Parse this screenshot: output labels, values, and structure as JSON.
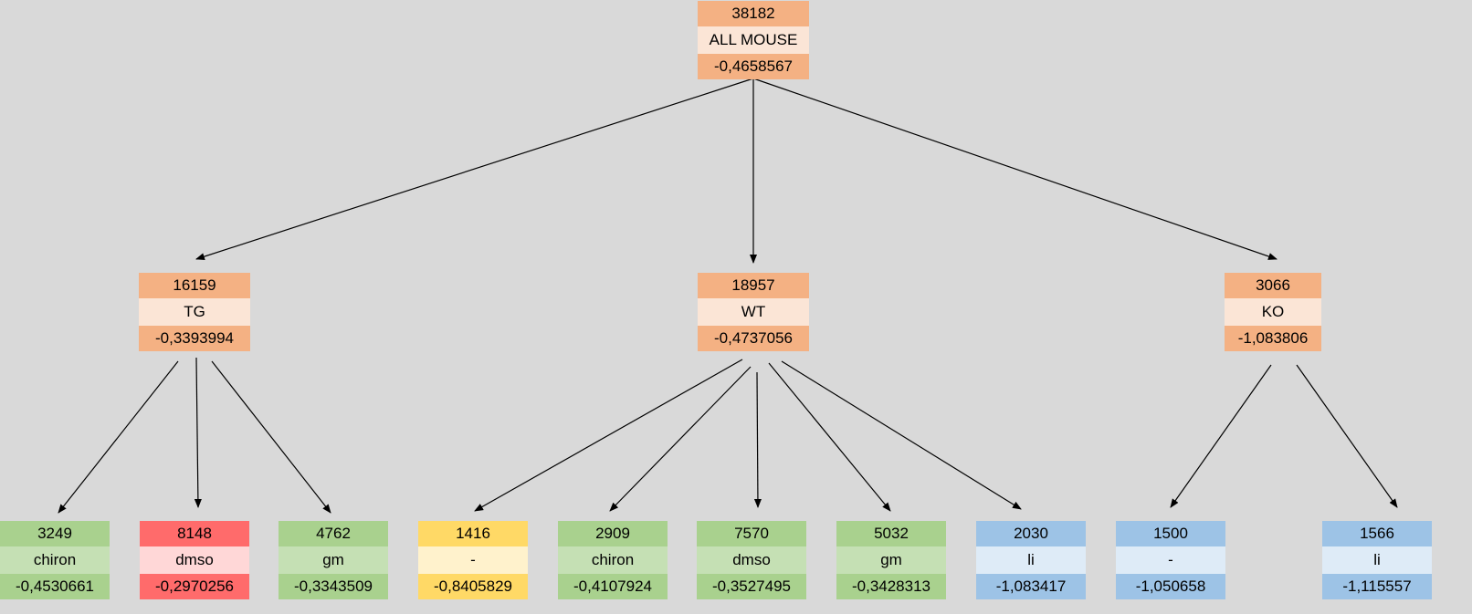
{
  "palette": {
    "orange": {
      "dark": "#f4b183",
      "light": "#fbe5d6"
    },
    "green": {
      "dark": "#a9d18e",
      "light": "#c5e0b4"
    },
    "red": {
      "dark": "#ff6b6b",
      "light": "#ffd7d7"
    },
    "yellow": {
      "dark": "#ffd966",
      "light": "#fff2cc"
    },
    "blue": {
      "dark": "#9dc3e6",
      "light": "#deebf7"
    }
  },
  "nodes": {
    "root": {
      "count": "38182",
      "label": "ALL MOUSE",
      "value": "-0,4658567",
      "color": "orange"
    },
    "tg": {
      "count": "16159",
      "label": "TG",
      "value": "-0,3393994",
      "color": "orange"
    },
    "wt": {
      "count": "18957",
      "label": "WT",
      "value": "-0,4737056",
      "color": "orange"
    },
    "ko": {
      "count": "3066",
      "label": "KO",
      "value": "-1,083806",
      "color": "orange"
    },
    "tg_chiron": {
      "count": "3249",
      "label": "chiron",
      "value": "-0,4530661",
      "color": "green"
    },
    "tg_dmso": {
      "count": "8148",
      "label": "dmso",
      "value": "-0,2970256",
      "color": "red"
    },
    "tg_gm": {
      "count": "4762",
      "label": "gm",
      "value": "-0,3343509",
      "color": "green"
    },
    "wt_dash": {
      "count": "1416",
      "label": "-",
      "value": "-0,8405829",
      "color": "yellow"
    },
    "wt_chiron": {
      "count": "2909",
      "label": "chiron",
      "value": "-0,4107924",
      "color": "green"
    },
    "wt_dmso": {
      "count": "7570",
      "label": "dmso",
      "value": "-0,3527495",
      "color": "green"
    },
    "wt_gm": {
      "count": "5032",
      "label": "gm",
      "value": "-0,3428313",
      "color": "green"
    },
    "wt_li": {
      "count": "2030",
      "label": "li",
      "value": "-1,083417",
      "color": "blue"
    },
    "ko_dash": {
      "count": "1500",
      "label": "-",
      "value": "-1,050658",
      "color": "blue"
    },
    "ko_li": {
      "count": "1566",
      "label": "li",
      "value": "-1,115557",
      "color": "blue"
    }
  }
}
